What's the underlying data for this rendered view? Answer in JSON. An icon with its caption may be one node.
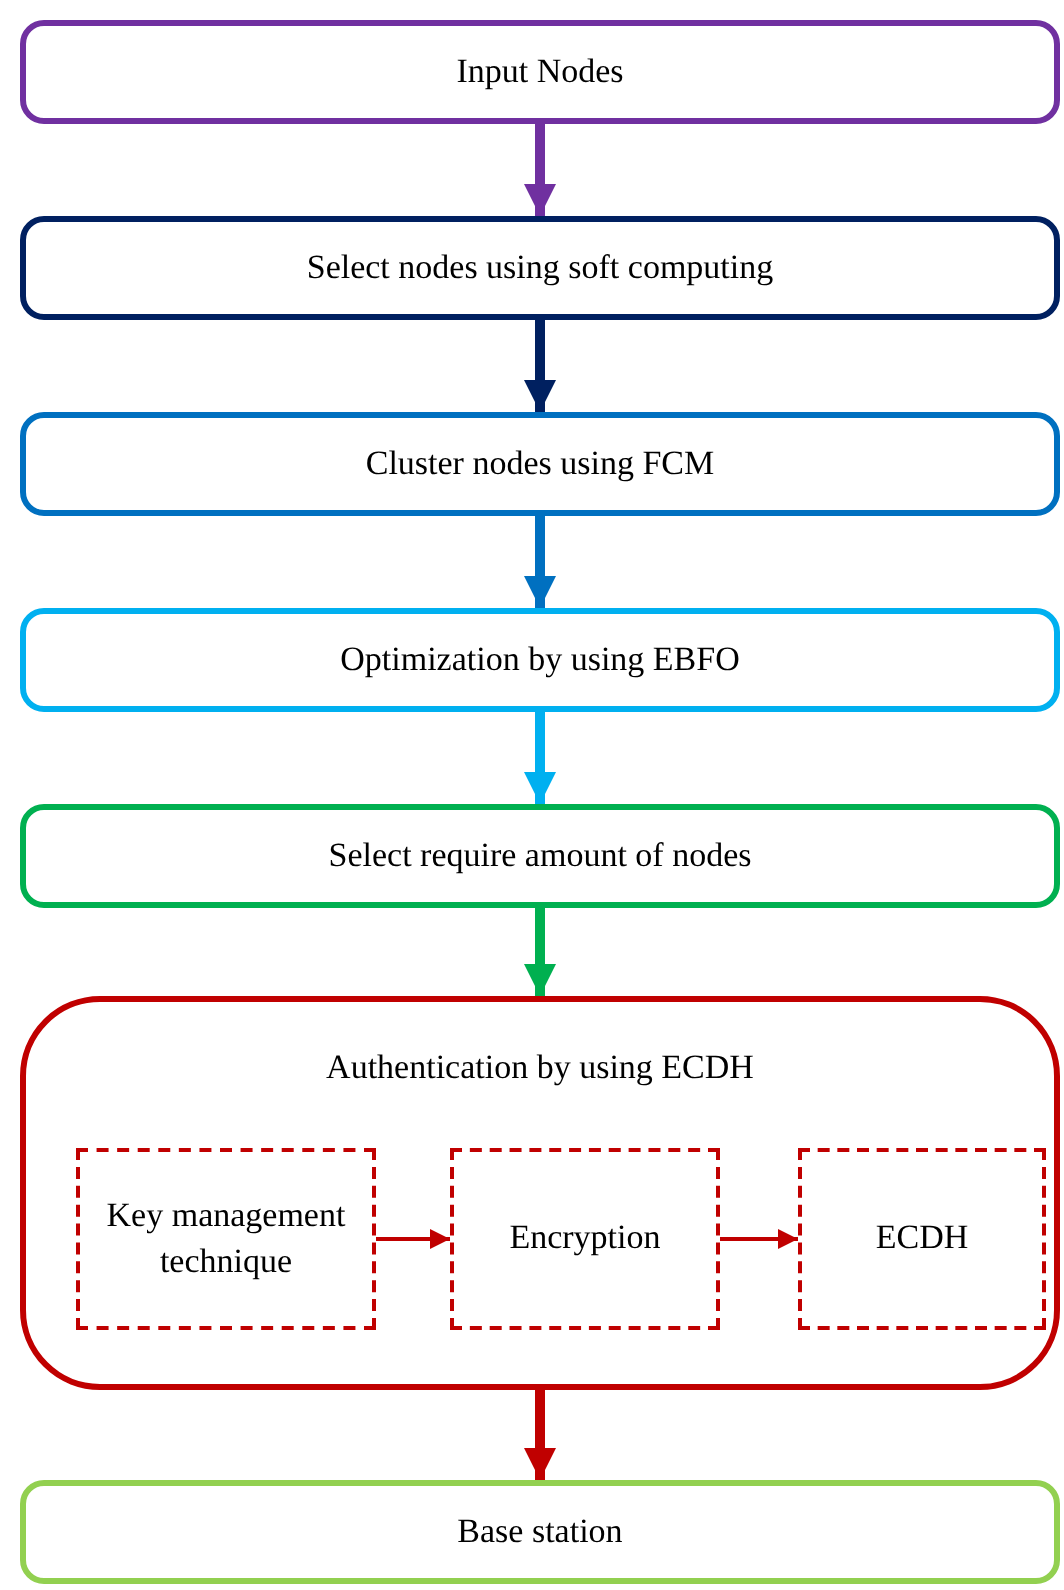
{
  "diagram": {
    "nodes": [
      {
        "text": [
          "Input Nodes"
        ]
      },
      {
        "text": [
          "Select nodes using soft computing"
        ]
      },
      {
        "text": [
          "Cluster nodes using FCM"
        ]
      },
      {
        "text": [
          "Optimization by using EBFO"
        ]
      },
      {
        "text": [
          "Select require amount of nodes"
        ]
      },
      {
        "text": [
          "Authentication by using ECDH"
        ]
      },
      {
        "text": [
          "Key management technique"
        ],
        "in": 5
      },
      {
        "text": [
          "Encryption"
        ],
        "in": 5
      },
      {
        "text": [
          "ECDH"
        ],
        "in": 5
      },
      {
        "text": [
          "Base station"
        ]
      }
    ],
    "edges": [
      {
        "from": 0,
        "to": 1,
        "arrow": "to",
        "color": "#7030a0"
      },
      {
        "from": 1,
        "to": 2,
        "arrow": "to",
        "color": "#002060"
      },
      {
        "from": 2,
        "to": 3,
        "arrow": "to",
        "color": "#0070c0"
      },
      {
        "from": 3,
        "to": 4,
        "arrow": "to",
        "color": "#00b0f0"
      },
      {
        "from": 4,
        "to": 5,
        "arrow": "to",
        "color": "#00b050"
      },
      {
        "from": 6,
        "to": 7,
        "arrow": "to",
        "color": "#c00000"
      },
      {
        "from": 7,
        "to": 8,
        "arrow": "to",
        "color": "#c00000"
      },
      {
        "from": 5,
        "to": 9,
        "arrow": "to",
        "color": "#c00000"
      }
    ]
  }
}
